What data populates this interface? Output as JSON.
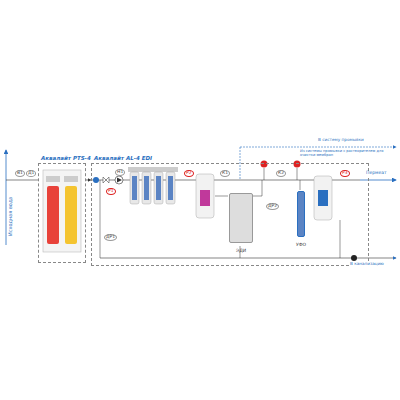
{
  "diagram": {
    "nodes": [
      {
        "text": [
          "Аквалайт PTS-4"
        ]
      },
      {
        "text": [
          "Аквалайт AL-4 EDI"
        ]
      },
      {
        "text": [
          "ЭДИ"
        ],
        "in": 1
      },
      {
        "text": [
          "УФО"
        ],
        "in": 1
      }
    ],
    "edges": [
      {
        "from": 0,
        "to": 1,
        "arrow": "to"
      }
    ],
    "labels": [
      "Исходная вода",
      "В систему промывки",
      "Из системы промывки с растворителем для очистки мембран",
      "Пермеат",
      "В канализацию",
      "В1",
      "Д1",
      "Н1",
      "Р1",
      "Р2",
      "Р3",
      "ДР1",
      "ДР2",
      "К1",
      "К2"
    ]
  }
}
